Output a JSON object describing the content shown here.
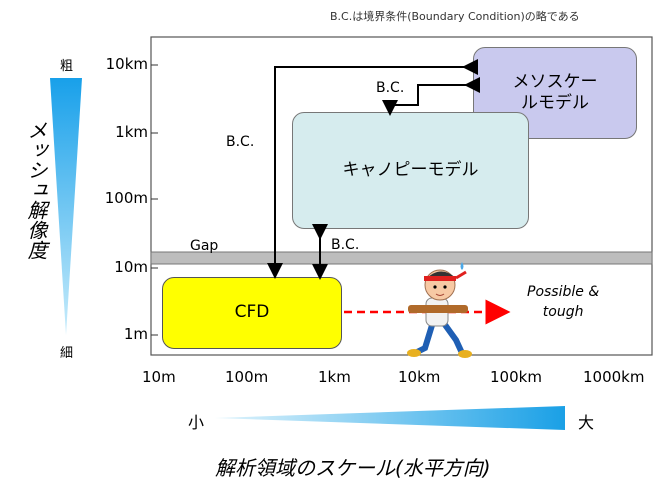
{
  "note": "B.C.は境界条件(Boundary Condition)の略である",
  "y_axis": {
    "title": "メッシュ解像度",
    "coarse_label": "粗",
    "fine_label": "細",
    "ticks": [
      "10km",
      "1km",
      "100m",
      "10m",
      "1m"
    ]
  },
  "x_axis": {
    "title": "解析領域のスケール(水平方向)",
    "small_label": "小",
    "large_label": "大",
    "ticks": [
      "10m",
      "100m",
      "1km",
      "10km",
      "100km",
      "1000km"
    ]
  },
  "gap_label": "Gap",
  "boxes": {
    "mesoscale": "メソスケー\nルモデル",
    "canopy": "キャノピーモデル",
    "cfd": "CFD"
  },
  "bc_labels": {
    "meso_to_canopy": "B.C.",
    "left_vertical": "B.C.",
    "canopy_to_cfd": "B.C."
  },
  "possible_label": "Possible &\ntough",
  "colors": {
    "mesoscale_fill": "#c9c9ee",
    "canopy_fill": "#d6ecee",
    "cfd_fill": "#ffff00",
    "gap_fill": "#b8b8b8",
    "triangle": "#1aa0e6",
    "dashed_arrow": "#ff0000"
  },
  "figure_icon": "running-boy-illustration"
}
